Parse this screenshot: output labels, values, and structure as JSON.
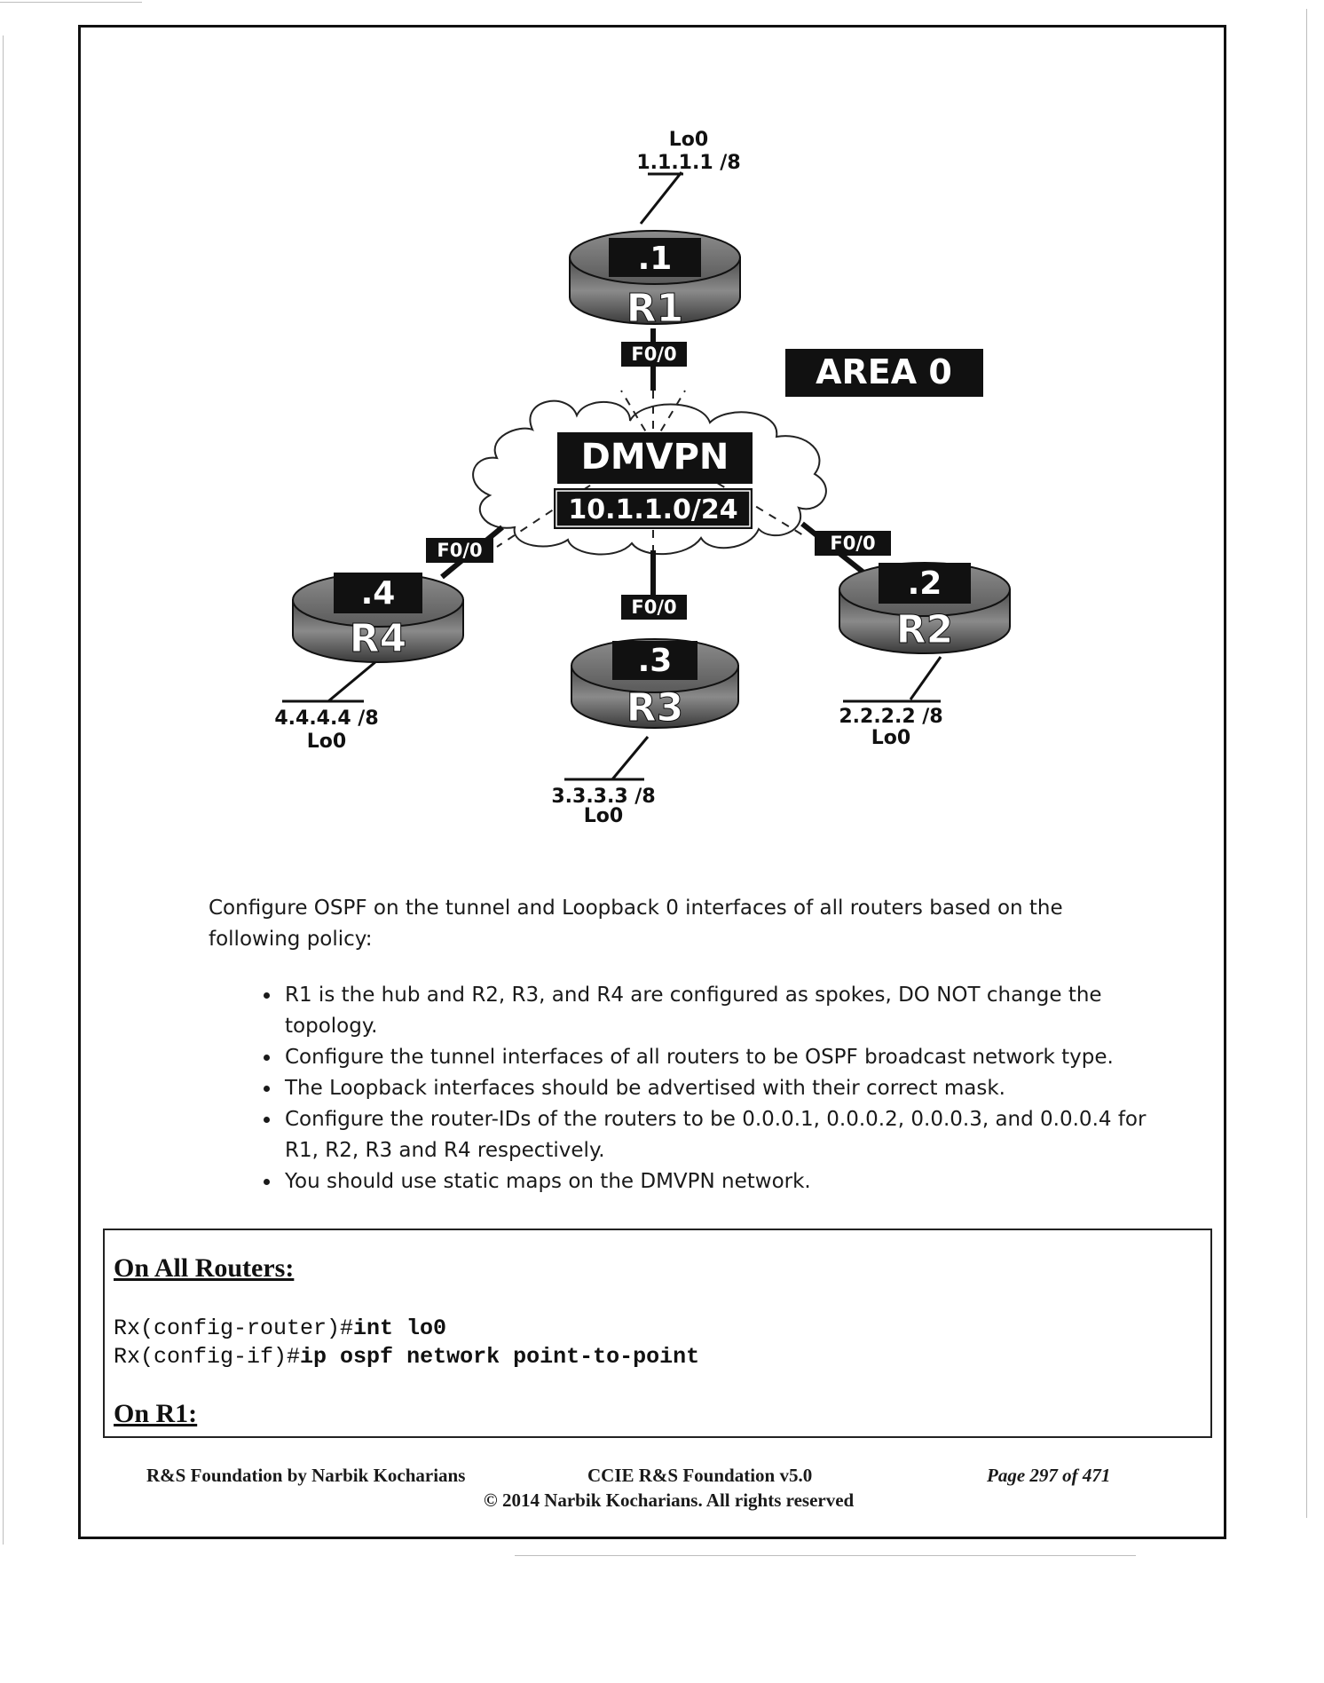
{
  "diagram": {
    "area_label": "AREA 0",
    "cloud_title": "DMVPN",
    "cloud_subnet": "10.1.1.0/24",
    "routers": [
      {
        "name": "R1",
        "host": ".1",
        "interface": "F0/0",
        "loopback_name": "Lo0",
        "loopback_ip": "1.1.1.1 /8"
      },
      {
        "name": "R2",
        "host": ".2",
        "interface": "F0/0",
        "loopback_name": "Lo0",
        "loopback_ip": "2.2.2.2 /8"
      },
      {
        "name": "R3",
        "host": ".3",
        "interface": "F0/0",
        "loopback_name": "Lo0",
        "loopback_ip": "3.3.3.3 /8"
      },
      {
        "name": "R4",
        "host": ".4",
        "interface": "F0/0",
        "loopback_name": "Lo0",
        "loopback_ip": "4.4.4.4 /8"
      }
    ]
  },
  "task": {
    "intro": "Configure OSPF on the tunnel and Loopback 0 interfaces of all routers based on the following policy:",
    "bullets": [
      "R1 is the hub and R2, R3, and R4 are configured as spokes, DO NOT change the topology.",
      "Configure the tunnel interfaces of all routers to be OSPF broadcast network type.",
      "The Loopback interfaces should be advertised with their correct mask.",
      "Configure the router-IDs of the routers to be 0.0.0.1, 0.0.0.2, 0.0.0.3, and 0.0.0.4 for R1, R2, R3 and R4 respectively.",
      "You should use static maps on the DMVPN network."
    ]
  },
  "solution": {
    "heading_all": "On All Routers:",
    "code": [
      {
        "prompt": "Rx(config-router)#",
        "command": "int lo0"
      },
      {
        "prompt": "Rx(config-if)#",
        "command": "ip ospf network point-to-point"
      }
    ],
    "heading_r1": "On R1:"
  },
  "footer": {
    "left": "R&S Foundation by Narbik Kocharians",
    "center": "CCIE R&S Foundation v5.0",
    "right": "Page 297 of 471",
    "copyright": "© 2014 Narbik Kocharians. All rights reserved"
  }
}
